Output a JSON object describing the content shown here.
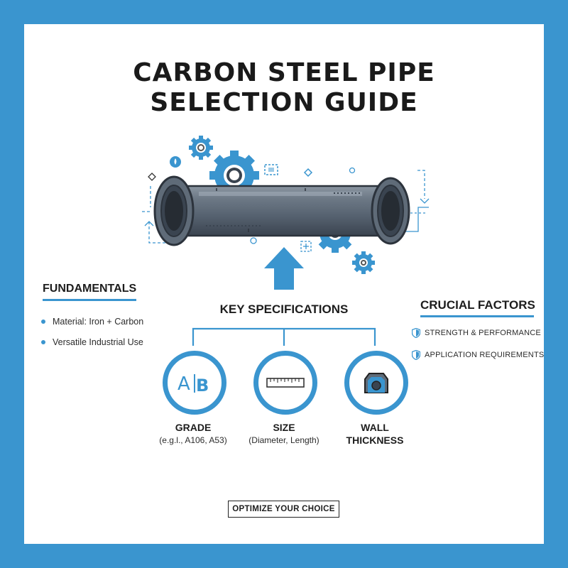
{
  "title": {
    "line1": "CARBON STEEL PIPE",
    "line2": "SELECTION GUIDE"
  },
  "fundamentals": {
    "title": "FUNDAMENTALS",
    "items": [
      "Material: Iron + Carbon",
      "Versatile Industrial Use"
    ]
  },
  "crucial_factors": {
    "title": "CRUCIAL FACTORS",
    "items": [
      "STRENGTH & PERFORMANCE",
      "APPLICATION REQUIREMENTS"
    ]
  },
  "key_specifications": {
    "title": "KEY SPECIFICATIONS",
    "items": [
      {
        "label": "GRADE",
        "sub": "(e.g.l., A106, A53)",
        "icon": "grade-ab-icon",
        "icon_text": [
          "A",
          "B"
        ]
      },
      {
        "label": "SIZE",
        "sub": "(Diameter, Length)",
        "icon": "ruler-icon"
      },
      {
        "label": "WALL",
        "sub": "THICKNESS",
        "icon": "wall-thickness-icon"
      }
    ]
  },
  "cta": {
    "label": "OPTIMIZE YOUR CHOICE"
  },
  "colors": {
    "accent": "#3a95cf",
    "pipe": "#5f6b78",
    "dark": "#1d1d1d"
  }
}
